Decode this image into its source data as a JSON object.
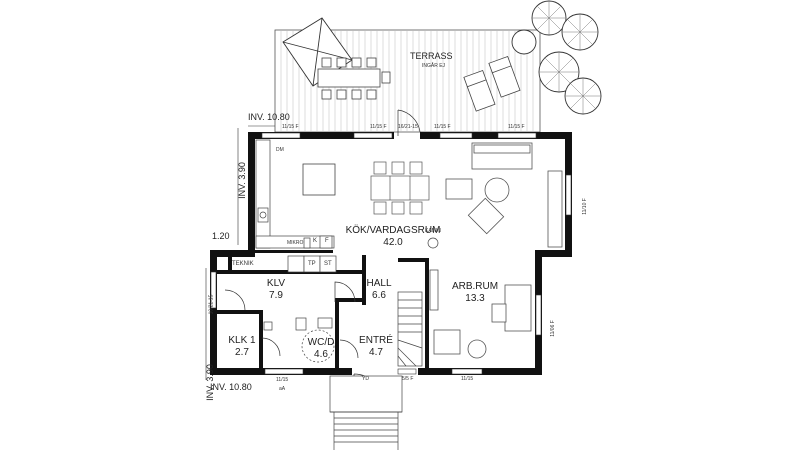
{
  "terrace": {
    "label": "TERRASS",
    "note": "INGÅR EJ"
  },
  "dimensions": {
    "top_left": "INV. 10.80",
    "left_upper": "INV. 3.90",
    "left_lower": "INV. 3.90",
    "bottom_left": "INV. 10.80",
    "step": "1.20"
  },
  "rooms": [
    {
      "id": "kitchen",
      "name": "KÖK/VARDAGSRUM",
      "area": "42.0"
    },
    {
      "id": "office",
      "name": "ARB.RUM",
      "area": "13.3"
    },
    {
      "id": "hall",
      "name": "HALL",
      "area": "6.6"
    },
    {
      "id": "klv",
      "name": "KLV",
      "area": "7.9"
    },
    {
      "id": "klk",
      "name": "KLK 1",
      "area": "2.7"
    },
    {
      "id": "wc",
      "name": "WC/D",
      "area": "4.6"
    },
    {
      "id": "entry",
      "name": "ENTRÉ",
      "area": "4.7"
    }
  ],
  "labels": {
    "teknik": "TEKNIK",
    "tp": "TP",
    "st": "ST",
    "mikro": "MIKRO",
    "k": "K",
    "f": "F",
    "dm": "DM",
    "kamin": "KAMIN",
    "yd": "YD",
    "win_top_1": "11/15 F",
    "win_top_2": "11/15 F",
    "door_top": "16/21-15",
    "win_top_3": "11/15 F",
    "win_top_4": "11/15 F",
    "win_right_1": "11/10 F",
    "win_right_2": "11/06 F",
    "win_left": "10/21-15",
    "win_bottom_1": "11/15",
    "win_bottom_1b": "aA",
    "win_bottom_2": "5/5 F",
    "win_bottom_3": "11/15"
  },
  "colors": {
    "wall": "#111111",
    "line": "#333333",
    "furniture": "#666666"
  }
}
